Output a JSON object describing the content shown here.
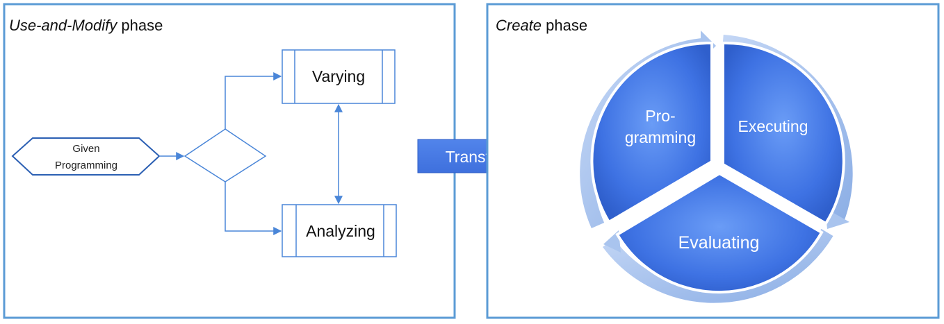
{
  "left_panel": {
    "title_italic": "Use-and-Modify",
    "title_rest": " phase",
    "given_line1": "Given",
    "given_line2": "Programming",
    "varying": "Varying",
    "analyzing": "Analyzing"
  },
  "transfer": {
    "label": "Transfer"
  },
  "right_panel": {
    "title_italic": "Create",
    "title_rest": " phase",
    "programming_line1": "Pro-",
    "programming_line2": "gramming",
    "executing": "Executing",
    "evaluating": "Evaluating"
  },
  "colors": {
    "panel_border": "#5b9bd5",
    "flow_line": "#4a86d8",
    "segment_blue": "#3a6fe0",
    "segment_light": "#5c8ef0",
    "arrow_ring": "#a9c4ee"
  }
}
